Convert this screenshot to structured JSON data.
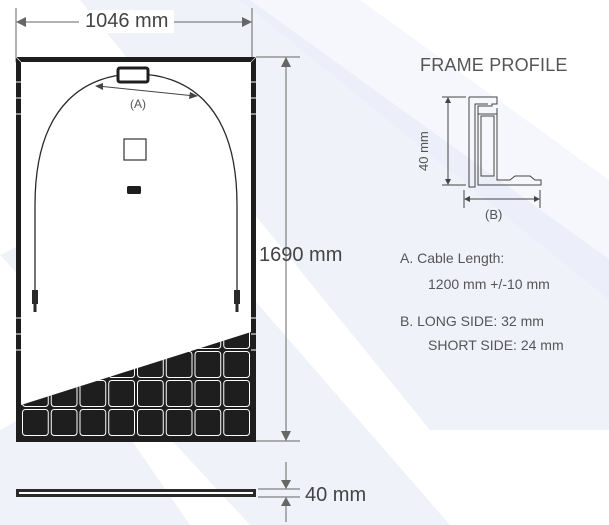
{
  "dimensions": {
    "width_label": "1046 mm",
    "height_label": "1690 mm",
    "thickness_label": "40 mm"
  },
  "frame_profile": {
    "title": "FRAME PROFILE",
    "height_label": "40 mm",
    "width_label": "(B)"
  },
  "cable_label": "(A)",
  "specs": {
    "a_title": "A. Cable Length:",
    "a_value": "1200 mm +/-10 mm",
    "b_long": "B. LONG SIDE: 32 mm",
    "b_short": "SHORT SIDE: 24 mm"
  },
  "colors": {
    "watermark": "#e2e6f4",
    "panel_black": "#1e1e1e",
    "line": "#555555"
  }
}
